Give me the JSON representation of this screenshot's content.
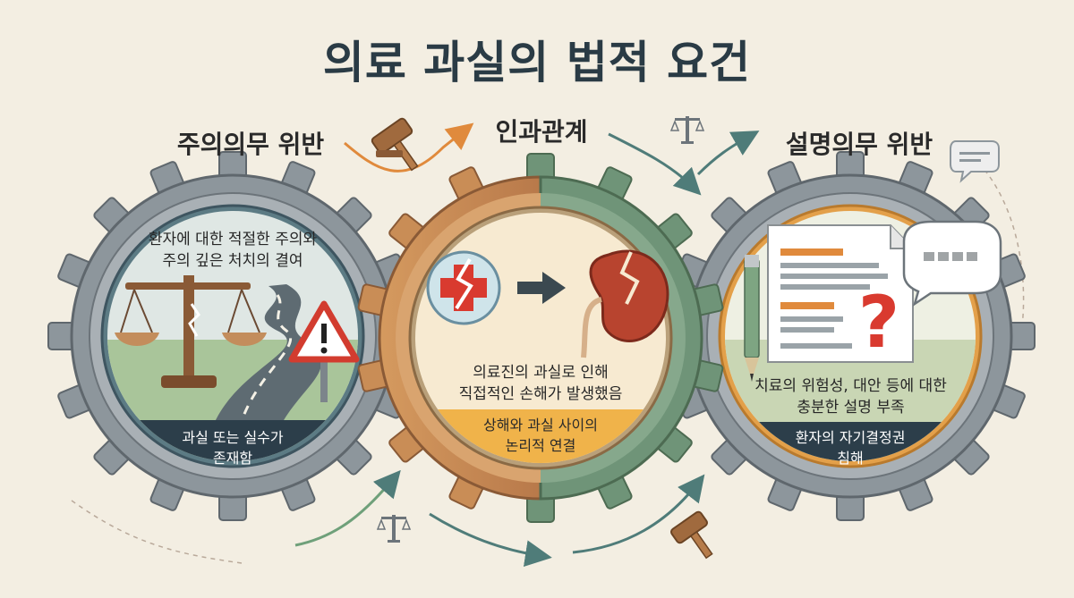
{
  "title": "의료 과실의 법적 요건",
  "panels": [
    {
      "heading": "주의의무 위반",
      "description": [
        "환자에 대한 적절한 주의와",
        "주의 깊은 처치의 결여"
      ],
      "band": [
        "과실 또는 실수가",
        "존재함"
      ],
      "icons": [
        "scale-icon",
        "road-icon",
        "warning-sign-icon"
      ]
    },
    {
      "heading": "인과관계",
      "description": [
        "의료진의 과실로 인해",
        "직접적인 손해가 발생했음"
      ],
      "band": [
        "상해와 과실 사이의",
        "논리적 연결"
      ],
      "icons": [
        "broken-medical-cross-icon",
        "arrow-icon",
        "damaged-kidney-icon"
      ]
    },
    {
      "heading": "설명의무 위반",
      "description": [
        "치료의 위험성, 대안 등에 대한",
        "충분한 설명 부족"
      ],
      "band": [
        "환자의 자기결정권",
        "침해"
      ],
      "icons": [
        "document-icon",
        "pen-icon",
        "speech-bubble-icon",
        "question-mark-icon"
      ]
    }
  ],
  "decorations": [
    "gavel-icon",
    "scale-icon",
    "speech-bubble-icon",
    "connector-arrow-icon"
  ],
  "colors": {
    "background": "#f3eee2",
    "gear_gray": "#8d969c",
    "gear_wood": "#c98d56",
    "gear_green": "#6f9478",
    "band_dark": "#2c3e4a",
    "band_orange": "#f0b34a",
    "accent_orange": "#e08a3c",
    "accent_teal": "#4f7c79"
  }
}
